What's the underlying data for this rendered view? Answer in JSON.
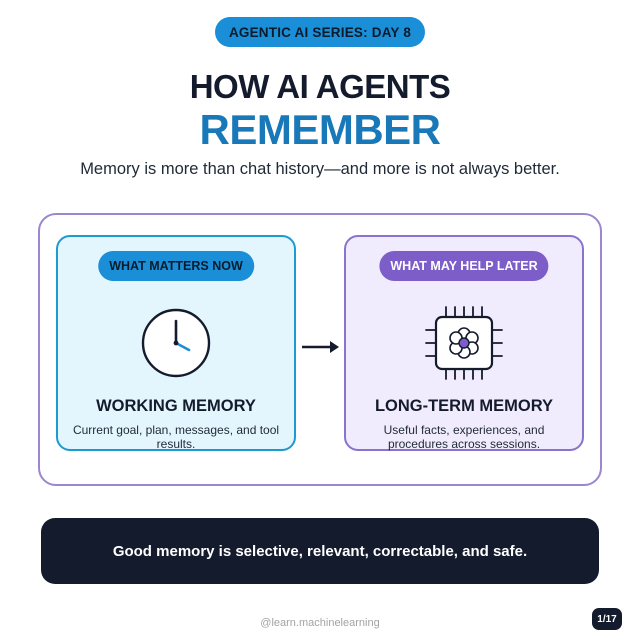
{
  "header": {
    "series_label": "AGENTIC AI SERIES: DAY 8",
    "title_line1": "HOW AI AGENTS",
    "title_line2": "REMEMBER",
    "subtitle": "Memory is more than chat history—and more is not always better."
  },
  "cards": {
    "working": {
      "tag": "WHAT MATTERS NOW",
      "icon": "clock-icon",
      "title": "WORKING MEMORY",
      "description": "Current goal, plan, messages, and tool results."
    },
    "longterm": {
      "tag": "WHAT MAY HELP LATER",
      "icon": "chip-icon",
      "title": "LONG-TERM MEMORY",
      "description": "Useful facts, experiences, and procedures across sessions."
    }
  },
  "footer": {
    "message": "Good memory is selective, relevant, correctable, and safe.",
    "handle": "@learn.machinelearning",
    "page_indicator": "1/17"
  },
  "colors": {
    "accent_blue": "#1a8fd8",
    "accent_purple": "#7d5ec9",
    "dark": "#141b2d"
  }
}
